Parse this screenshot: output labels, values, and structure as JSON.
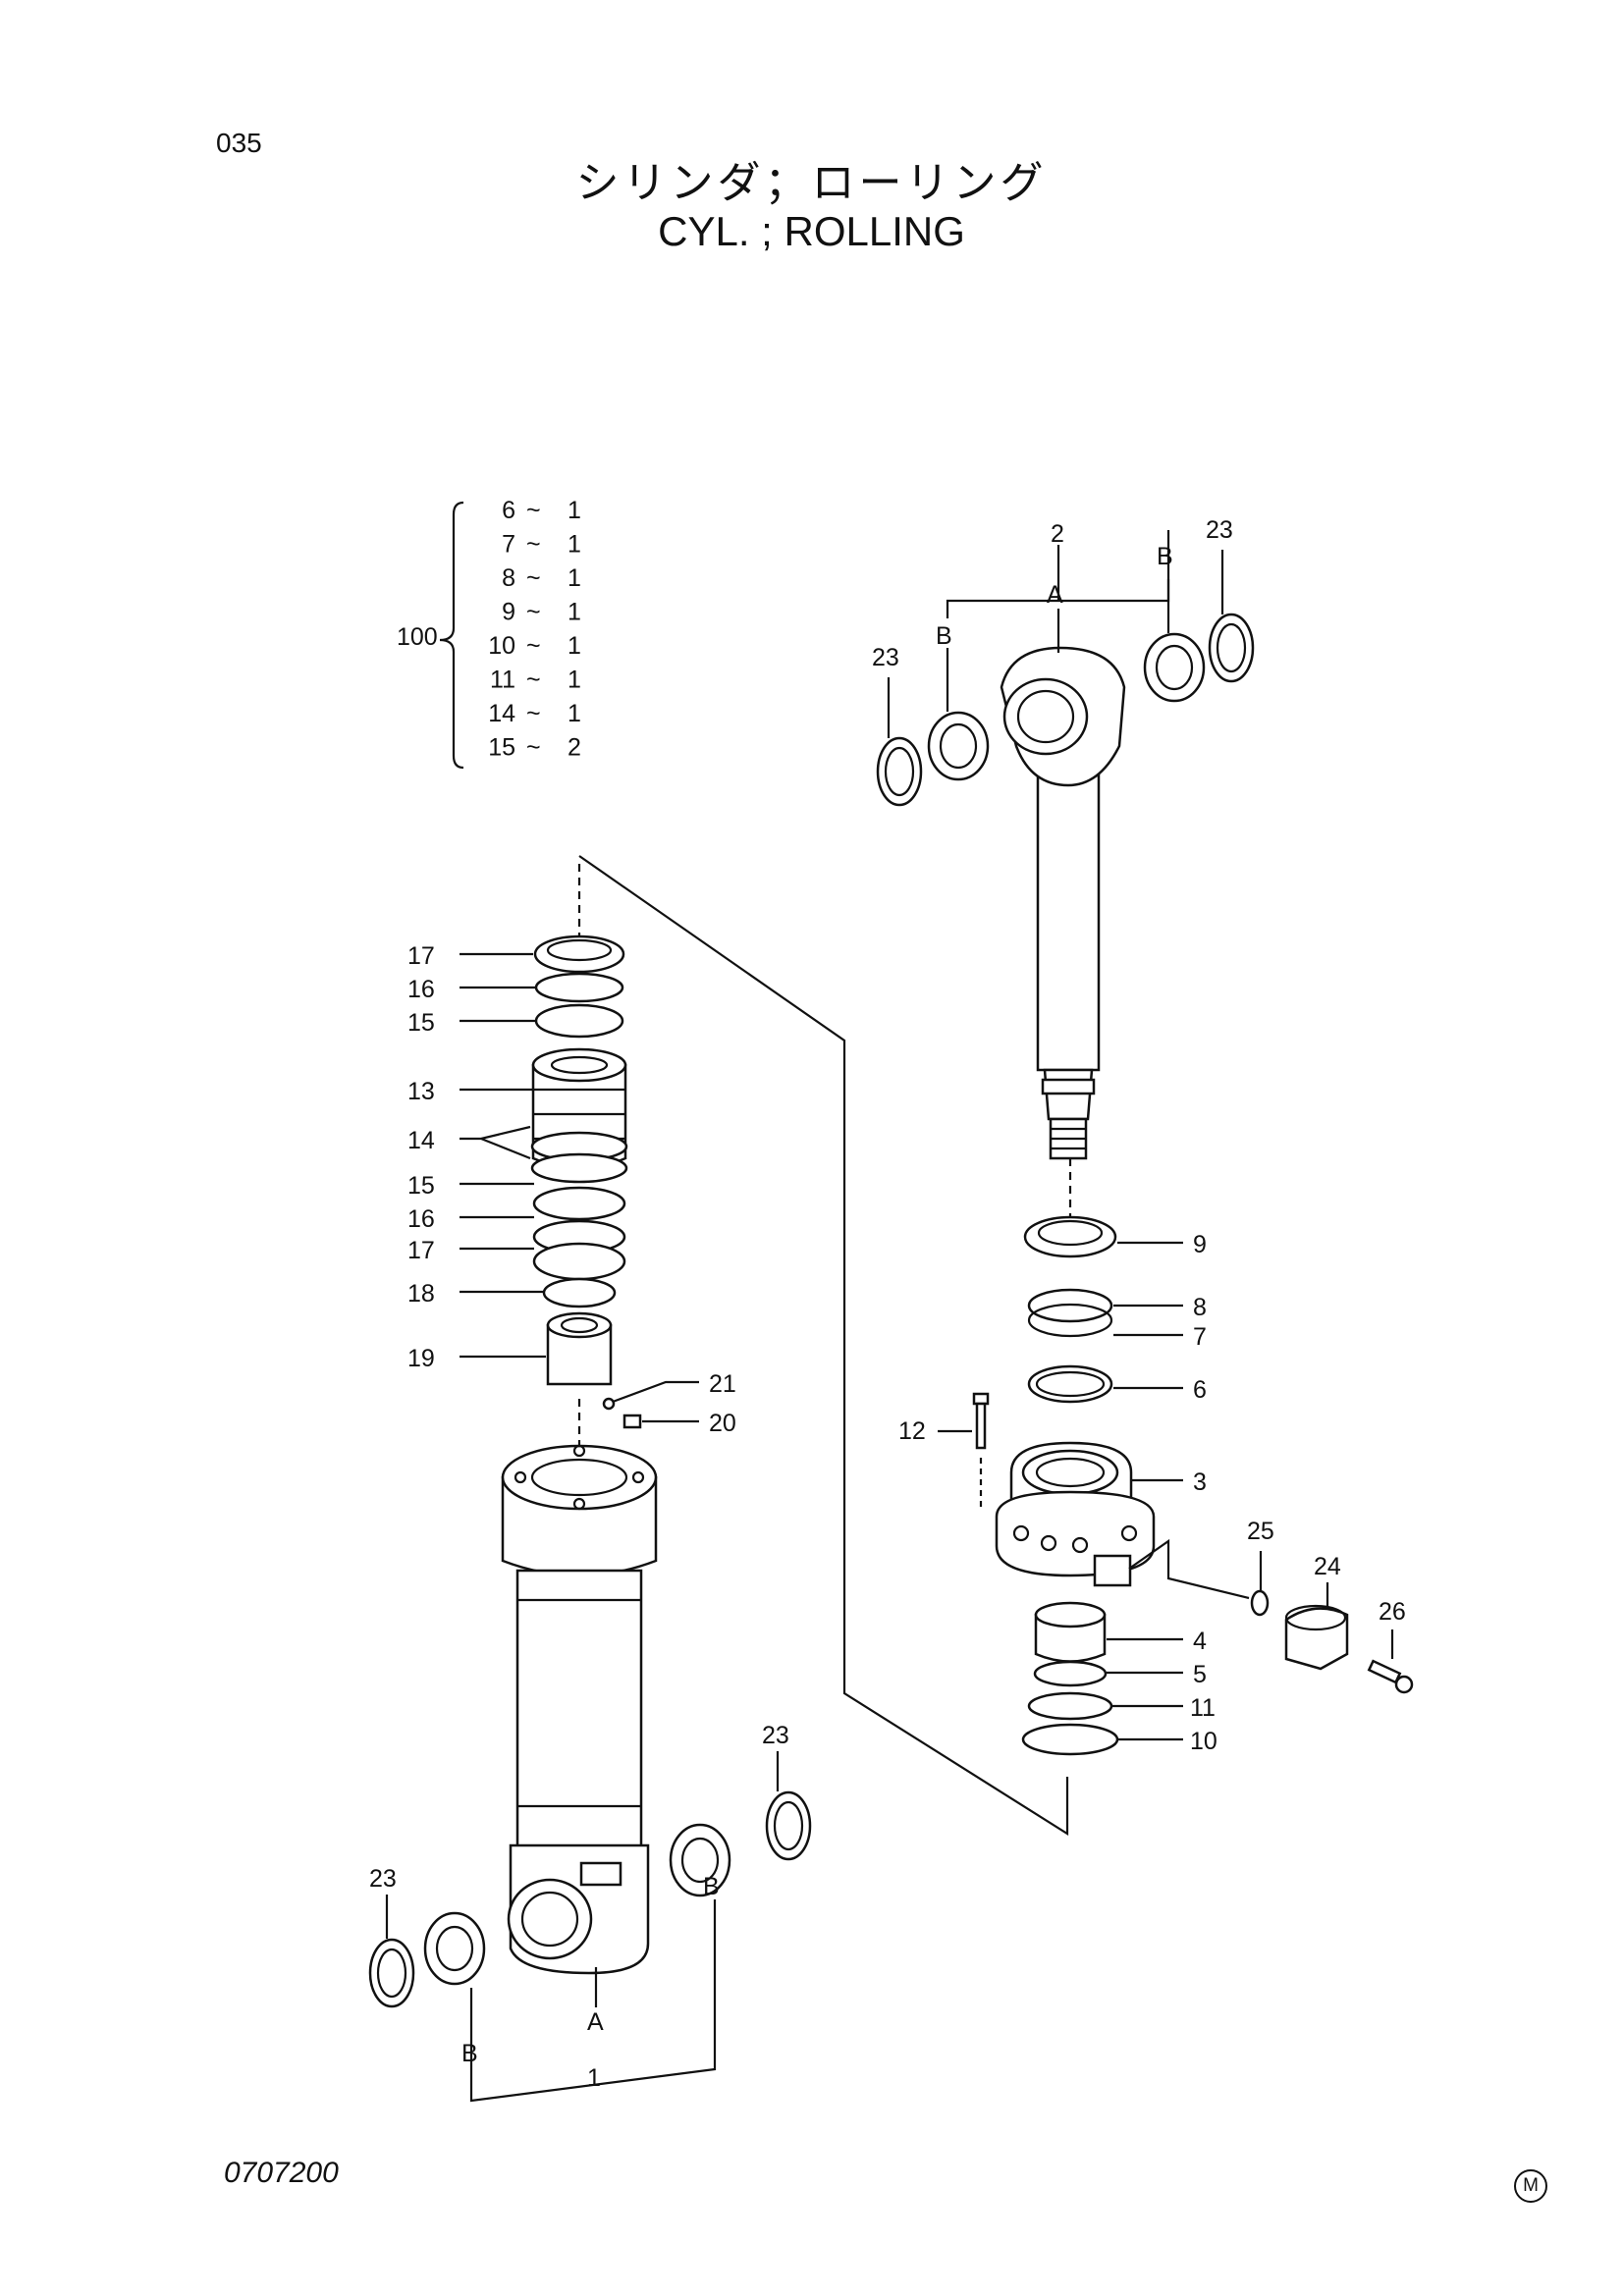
{
  "header": {
    "page_code": "035",
    "title_jp": "シリンダ；ローリング",
    "title_en": "CYL. ; ROLLING"
  },
  "kit": {
    "number": "100",
    "items": [
      {
        "part": "6",
        "qty": "1"
      },
      {
        "part": "7",
        "qty": "1"
      },
      {
        "part": "8",
        "qty": "1"
      },
      {
        "part": "9",
        "qty": "1"
      },
      {
        "part": "10",
        "qty": "1"
      },
      {
        "part": "11",
        "qty": "1"
      },
      {
        "part": "14",
        "qty": "1"
      },
      {
        "part": "15",
        "qty": "2"
      }
    ],
    "separator": "~"
  },
  "callouts": {
    "c1": "1",
    "c2": "2",
    "c3": "3",
    "c4": "4",
    "c5": "5",
    "c6": "6",
    "c7": "7",
    "c8": "8",
    "c9": "9",
    "c10": "10",
    "c11": "11",
    "c12": "12",
    "c13": "13",
    "c14": "14",
    "c15a": "15",
    "c15b": "15",
    "c16a": "16",
    "c16b": "16",
    "c17a": "17",
    "c17b": "17",
    "c18": "18",
    "c19": "19",
    "c20": "20",
    "c21": "21",
    "c23a": "23",
    "c23b": "23",
    "c23c": "23",
    "c23d": "23",
    "c24": "24",
    "c25": "25",
    "c26": "26",
    "A_top": "A",
    "B_top_left": "B",
    "B_top_right": "B",
    "A_bottom": "A",
    "B_bottom_left": "B",
    "B_bottom_right": "B"
  },
  "footer": {
    "doc_number": "0707200",
    "mark": "M"
  }
}
